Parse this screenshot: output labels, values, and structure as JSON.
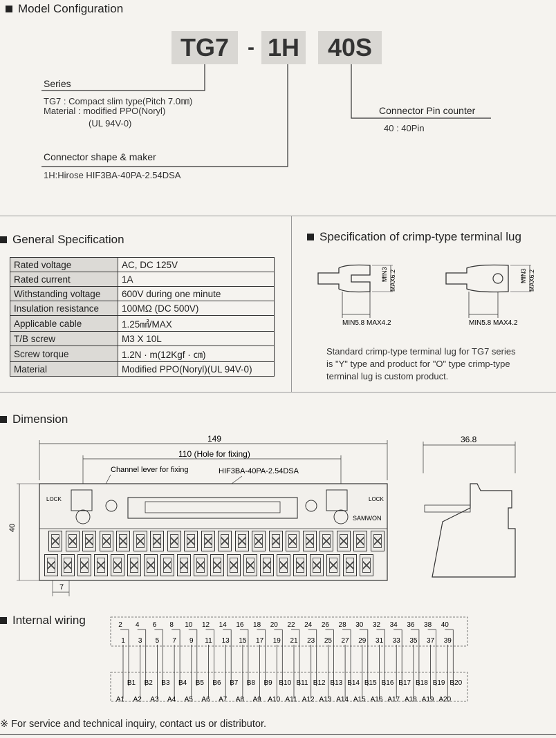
{
  "model": {
    "heading": "Model Configuration",
    "code": [
      "TG7",
      "-",
      "1H",
      "40S"
    ],
    "series_label": "Series",
    "series_lines": [
      "TG7 : Compact slim type(Pitch 7.0㎜)",
      "Material : modified PPO(Noryl)",
      "(UL 94V-0)"
    ],
    "pin_label": "Connector Pin counter",
    "pin_line": "40 : 40Pin",
    "shape_label": "Connector shape & maker",
    "shape_line": "1H:Hirose HIF3BA-40PA-2.54DSA"
  },
  "general": {
    "heading": "General Specification",
    "rows": [
      [
        "Rated voltage",
        "AC, DC 125V"
      ],
      [
        "Rated current",
        "1A"
      ],
      [
        "Withstanding voltage",
        "600V during one minute"
      ],
      [
        "Insulation resistance",
        "100MΩ (DC 500V)"
      ],
      [
        "Applicable cable",
        "1.25㎟/MAX"
      ],
      [
        "T/B screw",
        "M3 X 10L"
      ],
      [
        "Screw torque",
        "1.2N · m(12Kgf · ㎝)"
      ],
      [
        "Material",
        "Modified PPO(Noryl)(UL 94V-0)"
      ]
    ]
  },
  "crimp": {
    "heading": "Specification of crimp-type terminal lug",
    "dim_min3": "MIN3",
    "dim_max": "MAX6.2",
    "dim_bottom": "MIN5.8 MAX4.2",
    "note": [
      "Standard crimp-type terminal lug for TG7 series",
      "is \"Y\" type and product for \"O\" type crimp-type",
      "terminal lug is custom product."
    ]
  },
  "dimension": {
    "heading": "Dimension",
    "w149": "149",
    "w110": "110 (Hole for fixing)",
    "w368": "36.8",
    "h40": "40",
    "w7": "7",
    "lever": "Channel lever for fixing",
    "conn": "HIF3BA-40PA-2.54DSA",
    "lock": "LOCK",
    "brand": "SAMWON"
  },
  "wiring": {
    "heading": "Internal wiring",
    "top_even": [
      "2",
      "4",
      "6",
      "8",
      "10",
      "12",
      "14",
      "16",
      "18",
      "20",
      "22",
      "24",
      "26",
      "28",
      "30",
      "32",
      "34",
      "36",
      "38",
      "40"
    ],
    "top_odd": [
      "1",
      "3",
      "5",
      "7",
      "9",
      "11",
      "13",
      "15",
      "17",
      "19",
      "21",
      "23",
      "25",
      "27",
      "29",
      "31",
      "33",
      "35",
      "37",
      "39"
    ],
    "b_row": [
      "B1",
      "B2",
      "B3",
      "B4",
      "B5",
      "B6",
      "B7",
      "B8",
      "B9",
      "B10",
      "B11",
      "B12",
      "B13",
      "B14",
      "B15",
      "B16",
      "B17",
      "B18",
      "B19",
      "B20"
    ],
    "a_row": [
      "A1",
      "A2",
      "A3",
      "A4",
      "A5",
      "A6",
      "A7",
      "A8",
      "A9",
      "A10",
      "A11",
      "A12",
      "A13",
      "A14",
      "A15",
      "A16",
      "A17",
      "A18",
      "A19",
      "A20"
    ]
  },
  "footer": {
    "text": "※ For service and technical inquiry, contact us or distributor."
  }
}
